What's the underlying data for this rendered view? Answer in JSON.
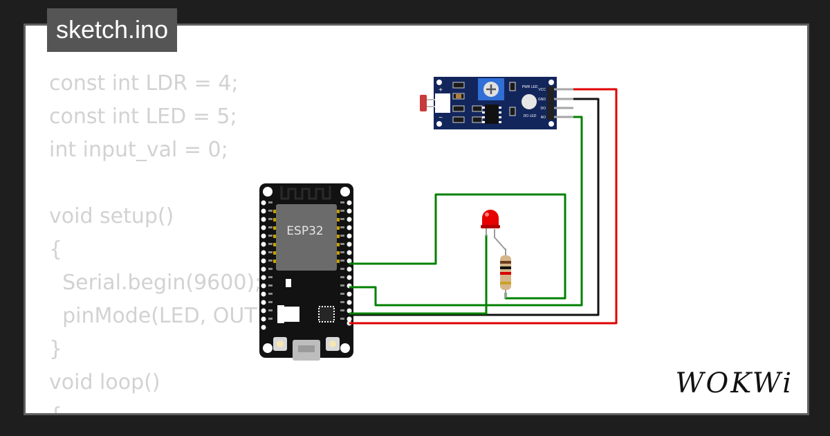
{
  "file_tab": {
    "title": "sketch.ino"
  },
  "code": {
    "lines": [
      "const int LDR = 4;",
      "const int LED = 5;",
      "int input_val = 0;",
      "",
      "void setup()",
      "{",
      "  Serial.begin(9600);",
      "  pinMode(LED, OUTPUT);",
      "}",
      "void loop()",
      "{"
    ]
  },
  "board": {
    "chip_label": "ESP32"
  },
  "sensor": {
    "pwr_label": "PWR LED",
    "do_label": "DO LED",
    "pins": [
      "VCC",
      "GND",
      "DO",
      "AO"
    ],
    "plus": "+",
    "minus": "−"
  },
  "branding": {
    "logo": "WOKWi"
  },
  "colors": {
    "background": "#1e1e1e",
    "canvas": "#ffffff",
    "tab": "#555555",
    "code_text": "#d2d2d2",
    "wire_red": "#e00000",
    "wire_black": "#111111",
    "wire_green": "#008000",
    "board": "#121212",
    "sensor_pcb": "#13265c"
  }
}
